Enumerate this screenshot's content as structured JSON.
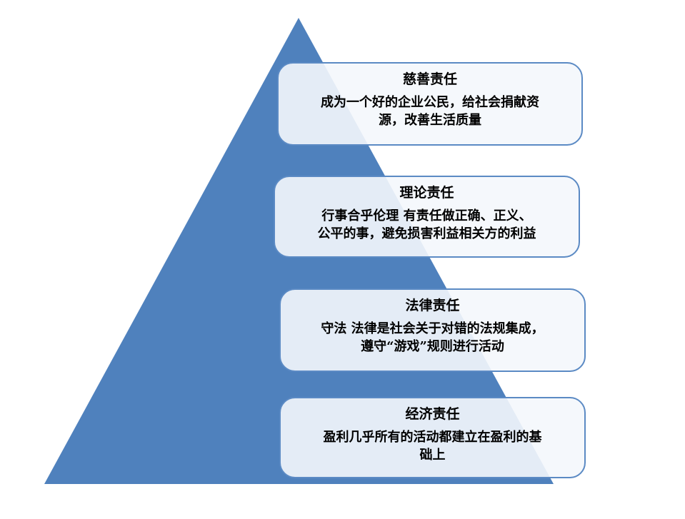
{
  "colors": {
    "pyramid": "#4f81bd",
    "box_border": "#5b8ac4"
  },
  "levels": [
    {
      "title": "慈善责任",
      "lines": [
        "成为一个好的企业公民，给社会捐献资",
        "源，改善生活质量"
      ]
    },
    {
      "title": "理论责任",
      "lines": [
        "行事合乎伦理 有责任做正确、正义、",
        "公平的事，避免损害利益相关方的利益"
      ]
    },
    {
      "title": "法律责任",
      "lines": [
        "守法 法律是社会关于对错的法规集成，",
        "遵守“游戏”规则进行活动"
      ]
    },
    {
      "title": "经济责任",
      "lines": [
        "盈利几乎所有的活动都建立在盈利的基",
        "础上"
      ]
    }
  ]
}
